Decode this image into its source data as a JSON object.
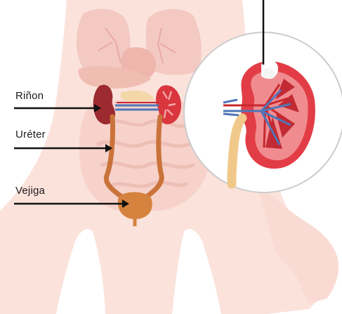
{
  "labels": {
    "kidney": "Riñon",
    "ureter": "Uréter",
    "bladder": "Vejiga"
  },
  "colors": {
    "skin": "#fbe3dc",
    "lungs": "#f3c9c2",
    "intestine": "#f7d2cb",
    "kidney_dark": "#9c2a2f",
    "kidney_red": "#d9363e",
    "ureter": "#c9733b",
    "bladder": "#d6823f",
    "artery": "#c8282e",
    "vein": "#4f76b8",
    "arrow": "#111111"
  }
}
